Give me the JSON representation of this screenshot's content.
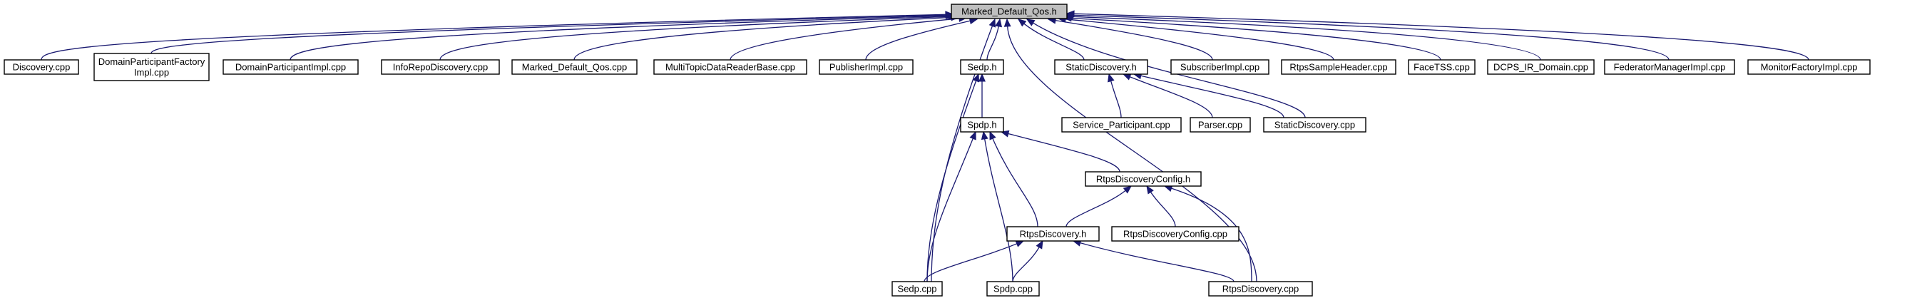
{
  "diagram": {
    "root": {
      "id": "marked_default_qos_h",
      "label": "Marked_Default_Qos.h"
    },
    "nodes": [
      {
        "id": "marked_default_qos_h",
        "lines": [
          "Marked_Default_Qos.h"
        ]
      },
      {
        "id": "discovery_cpp",
        "lines": [
          "Discovery.cpp"
        ]
      },
      {
        "id": "domainparticipantfactoryimpl_cpp",
        "lines": [
          "DomainParticipantFactory",
          "Impl.cpp"
        ]
      },
      {
        "id": "domainparticipantimpl_cpp",
        "lines": [
          "DomainParticipantImpl.cpp"
        ]
      },
      {
        "id": "inforepodiscovery_cpp",
        "lines": [
          "InfoRepoDiscovery.cpp"
        ]
      },
      {
        "id": "marked_default_qos_cpp",
        "lines": [
          "Marked_Default_Qos.cpp"
        ]
      },
      {
        "id": "multitopicdatareaderbase_cpp",
        "lines": [
          "MultiTopicDataReaderBase.cpp"
        ]
      },
      {
        "id": "publisherimpl_cpp",
        "lines": [
          "PublisherImpl.cpp"
        ]
      },
      {
        "id": "sedp_h",
        "lines": [
          "Sedp.h"
        ]
      },
      {
        "id": "staticdiscovery_h",
        "lines": [
          "StaticDiscovery.h"
        ]
      },
      {
        "id": "subscriberimpl_cpp",
        "lines": [
          "SubscriberImpl.cpp"
        ]
      },
      {
        "id": "rtpssampleheader_cpp",
        "lines": [
          "RtpsSampleHeader.cpp"
        ]
      },
      {
        "id": "facetss_cpp",
        "lines": [
          "FaceTSS.cpp"
        ]
      },
      {
        "id": "dcps_ir_domain_cpp",
        "lines": [
          "DCPS_IR_Domain.cpp"
        ]
      },
      {
        "id": "federatormanagerimpl_cpp",
        "lines": [
          "FederatorManagerImpl.cpp"
        ]
      },
      {
        "id": "monitorfactoryimpl_cpp",
        "lines": [
          "MonitorFactoryImpl.cpp"
        ]
      },
      {
        "id": "spdp_h",
        "lines": [
          "Spdp.h"
        ]
      },
      {
        "id": "service_participant_cpp",
        "lines": [
          "Service_Participant.cpp"
        ]
      },
      {
        "id": "parser_cpp",
        "lines": [
          "Parser.cpp"
        ]
      },
      {
        "id": "staticdiscovery_cpp",
        "lines": [
          "StaticDiscovery.cpp"
        ]
      },
      {
        "id": "rtpsdiscoveryconfig_h",
        "lines": [
          "RtpsDiscoveryConfig.h"
        ]
      },
      {
        "id": "rtpsdiscovery_h",
        "lines": [
          "RtpsDiscovery.h"
        ]
      },
      {
        "id": "rtpsdiscoveryconfig_cpp",
        "lines": [
          "RtpsDiscoveryConfig.cpp"
        ]
      },
      {
        "id": "sedp_cpp",
        "lines": [
          "Sedp.cpp"
        ]
      },
      {
        "id": "spdp_cpp",
        "lines": [
          "Spdp.cpp"
        ]
      },
      {
        "id": "rtpsdiscovery_cpp",
        "lines": [
          "RtpsDiscovery.cpp"
        ]
      }
    ],
    "edges": [
      {
        "from": "discovery_cpp",
        "to": "marked_default_qos_h"
      },
      {
        "from": "domainparticipantfactoryimpl_cpp",
        "to": "marked_default_qos_h"
      },
      {
        "from": "domainparticipantimpl_cpp",
        "to": "marked_default_qos_h"
      },
      {
        "from": "inforepodiscovery_cpp",
        "to": "marked_default_qos_h"
      },
      {
        "from": "marked_default_qos_cpp",
        "to": "marked_default_qos_h"
      },
      {
        "from": "multitopicdatareaderbase_cpp",
        "to": "marked_default_qos_h"
      },
      {
        "from": "publisherimpl_cpp",
        "to": "marked_default_qos_h"
      },
      {
        "from": "sedp_h",
        "to": "marked_default_qos_h"
      },
      {
        "from": "sedp_cpp",
        "to": "marked_default_qos_h"
      },
      {
        "from": "rtpsdiscovery_cpp",
        "to": "marked_default_qos_h"
      },
      {
        "from": "staticdiscovery_h",
        "to": "marked_default_qos_h"
      },
      {
        "from": "staticdiscovery_cpp",
        "to": "marked_default_qos_h"
      },
      {
        "from": "subscriberimpl_cpp",
        "to": "marked_default_qos_h"
      },
      {
        "from": "rtpssampleheader_cpp",
        "to": "marked_default_qos_h"
      },
      {
        "from": "facetss_cpp",
        "to": "marked_default_qos_h"
      },
      {
        "from": "dcps_ir_domain_cpp",
        "to": "marked_default_qos_h"
      },
      {
        "from": "federatormanagerimpl_cpp",
        "to": "marked_default_qos_h"
      },
      {
        "from": "monitorfactoryimpl_cpp",
        "to": "marked_default_qos_h"
      },
      {
        "from": "spdp_h",
        "to": "sedp_h"
      },
      {
        "from": "sedp_cpp",
        "to": "sedp_h"
      },
      {
        "from": "service_participant_cpp",
        "to": "staticdiscovery_h"
      },
      {
        "from": "parser_cpp",
        "to": "staticdiscovery_h"
      },
      {
        "from": "staticdiscovery_cpp",
        "to": "staticdiscovery_h"
      },
      {
        "from": "rtpsdiscoveryconfig_h",
        "to": "spdp_h"
      },
      {
        "from": "rtpsdiscovery_h",
        "to": "spdp_h"
      },
      {
        "from": "sedp_cpp",
        "to": "spdp_h"
      },
      {
        "from": "spdp_cpp",
        "to": "spdp_h"
      },
      {
        "from": "rtpsdiscovery_h",
        "to": "rtpsdiscoveryconfig_h"
      },
      {
        "from": "rtpsdiscoveryconfig_cpp",
        "to": "rtpsdiscoveryconfig_h"
      },
      {
        "from": "rtpsdiscovery_cpp",
        "to": "rtpsdiscoveryconfig_h"
      },
      {
        "from": "sedp_cpp",
        "to": "rtpsdiscovery_h"
      },
      {
        "from": "spdp_cpp",
        "to": "rtpsdiscovery_h"
      },
      {
        "from": "rtpsdiscovery_cpp",
        "to": "rtpsdiscovery_h"
      }
    ]
  },
  "colors": {
    "edge": "#191970",
    "root_fill": "#bfbfbf",
    "node_fill": "#ffffff",
    "node_border": "#000000"
  }
}
